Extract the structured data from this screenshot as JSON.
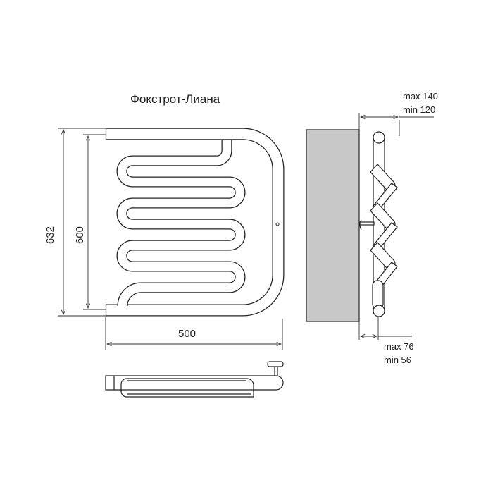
{
  "title": "Фокстрот-Лиана",
  "dimensions": {
    "total_height": "632",
    "mount_height": "600",
    "width": "500",
    "depth_max": "max 140",
    "depth_min": "min 120",
    "offset_max": "max 76",
    "offset_min": "min 56"
  },
  "colors": {
    "wall": "#c8c8c8",
    "line": "#222222"
  }
}
